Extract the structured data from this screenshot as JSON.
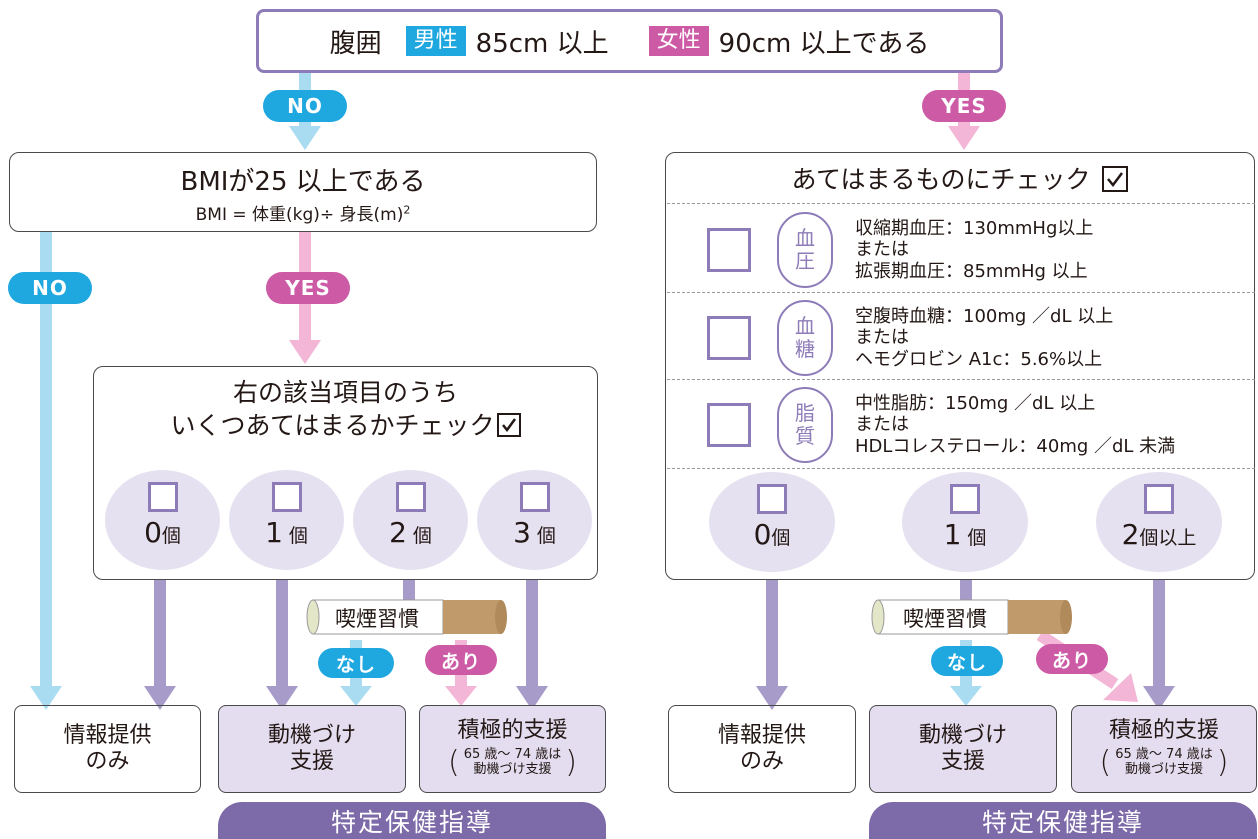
{
  "top": {
    "prefix": "腹囲",
    "male_tag": "男性",
    "male_value": "85cm 以上",
    "female_tag": "女性",
    "female_value": "90cm 以上である"
  },
  "pills": {
    "no": "NO",
    "yes": "YES",
    "nashi": "なし",
    "ari": "あり"
  },
  "left": {
    "bmi_title": "BMIが25 以上である",
    "bmi_formula": "BMI = 体重(kg)÷ 身長(m)",
    "bmi_sup": "2",
    "check_title_1": "右の該当項目のうち",
    "check_title_2": "いくつあてはまるかチェック",
    "counts": [
      {
        "num": "0",
        "unit": "個"
      },
      {
        "num": "1",
        "unit": " 個"
      },
      {
        "num": "2",
        "unit": " 個"
      },
      {
        "num": "3",
        "unit": " 個"
      }
    ],
    "smoking": "喫煙習慣"
  },
  "right": {
    "title": "あてはまるものにチェック",
    "criteria": [
      {
        "c1": "血",
        "c2": "圧",
        "l1": "収縮期血圧：130mmHg以上",
        "l2": "または",
        "l3": "拡張期血圧：85mmHg 以上"
      },
      {
        "c1": "血",
        "c2": "糖",
        "l1": "空腹時血糖：100mg ／dL 以上",
        "l2": "または",
        "l3": "ヘモグロビン A1c：5.6%以上"
      },
      {
        "c1": "脂",
        "c2": "質",
        "l1": "中性脂肪：150mg ／dL 以上",
        "l2": "または",
        "l3": "HDLコレステロール：40mg ／dL 未満"
      }
    ],
    "counts": [
      {
        "num": "0",
        "unit": "個"
      },
      {
        "num": "1",
        "unit": " 個"
      },
      {
        "num": "2",
        "unit": "個以上"
      }
    ],
    "smoking": "喫煙習慣"
  },
  "outcomes": {
    "info_1": "情報提供",
    "info_2": "のみ",
    "motivation_1": "動機づけ",
    "motivation_2": "支援",
    "active_1": "積極的支援",
    "active_note_1": "65 歳〜 74 歳は",
    "active_note_2": "動機づけ支援"
  },
  "banner": "特定保健指導",
  "colors": {
    "purple": "#8d7cb8",
    "lavender": "#e3ddef",
    "blue": "#1fa7e0",
    "pink": "#cc5aa5",
    "banner": "#7d6aa8"
  }
}
